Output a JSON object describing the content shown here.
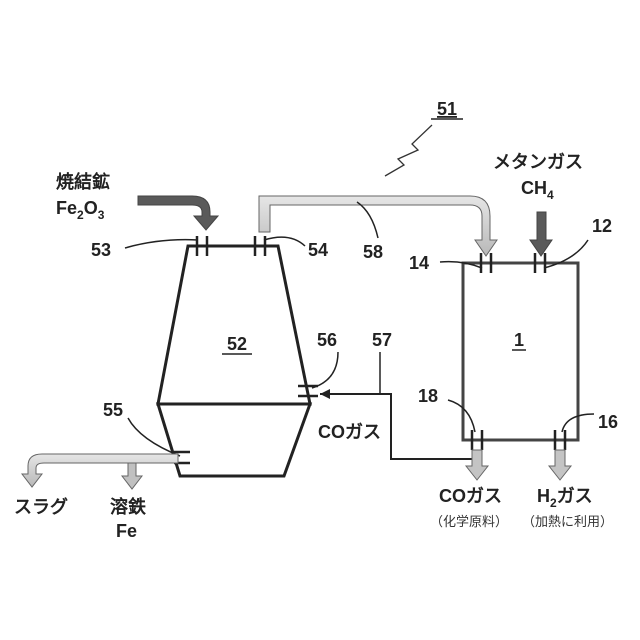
{
  "labels": {
    "system_ref": "51",
    "sinter_ore": "焼結鉱",
    "fe2o3_base": "Fe",
    "fe2o3_sub1": "2",
    "fe2o3_o": "O",
    "fe2o3_sub2": "3",
    "methane_gas": "メタンガス",
    "ch4_base": "CH",
    "ch4_sub": "4",
    "ref_53": "53",
    "ref_54": "54",
    "ref_58": "58",
    "ref_14": "14",
    "ref_12": "12",
    "ref_52": "52",
    "ref_56": "56",
    "ref_57": "57",
    "ref_1": "1",
    "ref_18": "18",
    "ref_16": "16",
    "ref_55": "55",
    "co_gas_mid": "COガス",
    "co_gas_out": "COガス",
    "co_gas_note": "（化学原料）",
    "h2_base": "H",
    "h2_sub": "2",
    "h2_tail": "ガス",
    "h2_note": "（加熱に利用）",
    "slag": "スラグ",
    "molten_iron": "溶鉄",
    "fe": "Fe"
  },
  "colors": {
    "outline": "#222222",
    "reactor_outline": "#444444",
    "arrow_dark": "#555555",
    "arrow_light": "#c8c8c8",
    "arrow_edge": "#666666"
  }
}
